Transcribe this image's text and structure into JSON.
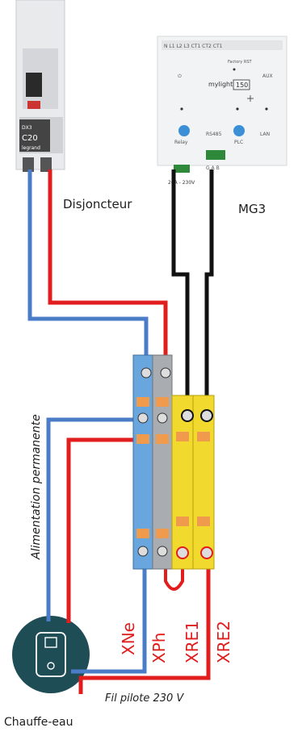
{
  "labels": {
    "disjoncteur": "Disjoncteur",
    "mg3": "MG3",
    "chauffe_eau": "Chauffe-eau",
    "fil_pilote": "Fil pilote 230 V",
    "alimentation": "Alimentation permanente"
  },
  "terminals": {
    "xne": "XNe",
    "xph": "XPh",
    "xre1": "XRE1",
    "xre2": "XRE2"
  },
  "breaker": {
    "brand": "legrand",
    "model": "C20",
    "ratings": "DX3"
  },
  "mg3_device": {
    "brand": "mylight",
    "model_number": "150",
    "top_terminals": "N  L1  L2  L3    CT1  CT2  CT1",
    "factory_rst": "Factory RST",
    "aux": "AUX",
    "relay": "Relay",
    "rs485": "RS485",
    "plc": "PLC",
    "lan": "LAN",
    "gab": "G A B",
    "power": "20A - 230V"
  },
  "colors": {
    "wire_blue": "#4a7cc8",
    "wire_red": "#e11d1d",
    "wire_black": "#111111",
    "terminal_blue": "#6aa6de",
    "terminal_grey": "#a9adb2",
    "terminal_yellow": "#f2d92d",
    "heater_bg": "#1e4d56"
  }
}
